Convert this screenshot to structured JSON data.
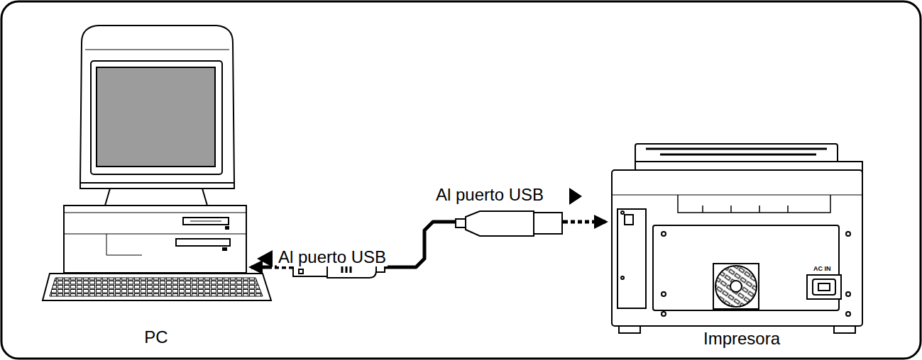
{
  "diagram": {
    "nodes": [
      {
        "text": [
          "PC"
        ]
      },
      {
        "text": [
          "Impresora"
        ]
      }
    ],
    "edges": [
      {
        "from": 0,
        "to": 1,
        "arrow": "both"
      }
    ],
    "labels": [
      "Al puerto USB",
      "Al puerto USB",
      "AC IN"
    ]
  }
}
